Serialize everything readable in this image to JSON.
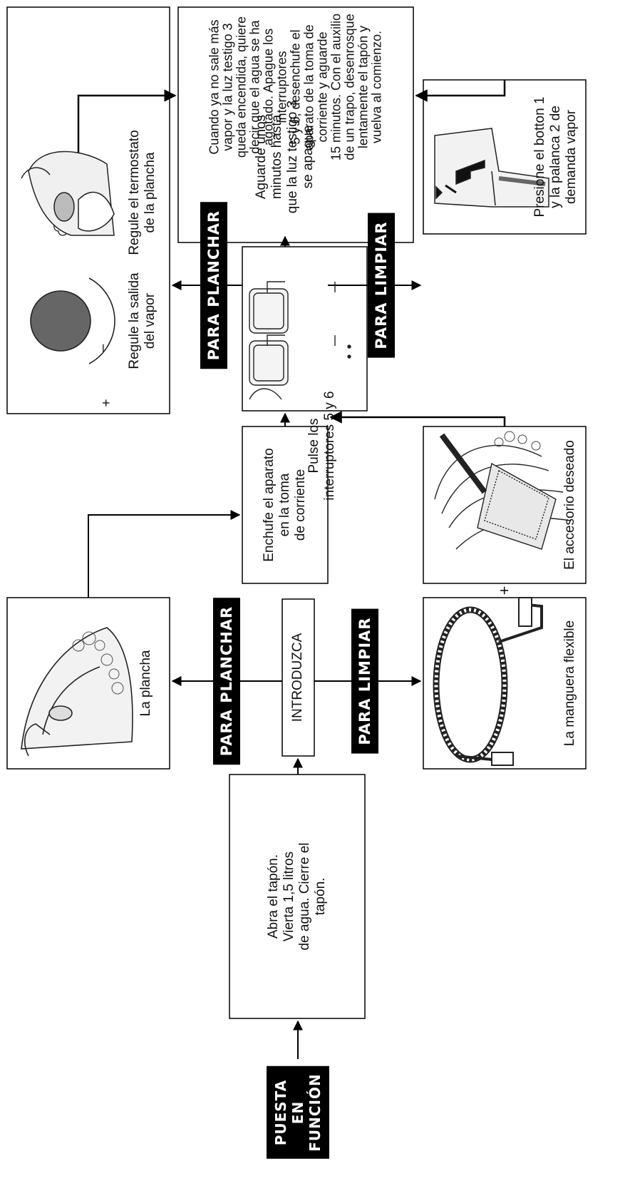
{
  "start_label": [
    "PUESTA",
    "EN",
    "FUNCIÓN"
  ],
  "step_fill": [
    "Abra el tapón.",
    "Vierta 1,5 litros",
    "de agua. Cierre el",
    "tapón."
  ],
  "step_introduzca": "INTRODUZCA",
  "branch_planchar": "PARA PLANCHAR",
  "branch_limpiar": "PARA LIMPIAR",
  "item_plancha": "La plancha",
  "item_manguera": "La manguera flexible",
  "plus_sign": "+",
  "item_accesorio": "El accesorio deseado",
  "step_enchufe": [
    "Enchufe el aparato",
    "en la toma",
    "de corriente"
  ],
  "step_pulse": [
    "Pulse los",
    "interruptores 5 y 6"
  ],
  "step_aguarde": [
    "Aguarde unos",
    "minutos hasta",
    "que la luz testigo 3",
    "se apague"
  ],
  "regule_vapor": [
    "Regule la salida",
    "del vapor"
  ],
  "regule_termostato": [
    "Regule el termostato",
    "de la plancha"
  ],
  "presione": [
    "Presione el botton 1",
    "y la palanca 2 de",
    "demanda vapor"
  ],
  "final_note": [
    "Cuando ya no sale más",
    "vapor y la luz testigo 3",
    "queda encendida, quiere",
    "decir que el agua se ha",
    "agotado. Apague los",
    "interruptores",
    "5 y 6, desenchufe el",
    "aparato de la toma de",
    "corriente y aguarde",
    "15 minutos. Con el auxilio",
    "de un trapo, desenrosque",
    "lentamente el tapón y",
    "vuelva al comienzo."
  ],
  "knob_plus": "+",
  "knob_minus": "–",
  "icons": [
    "iron-photo-icon",
    "hose-photo-icon",
    "accessory-photo-icon",
    "switch-panel-icon",
    "steam-knob-icon",
    "thermostat-hand-icon",
    "steam-gun-icon"
  ]
}
